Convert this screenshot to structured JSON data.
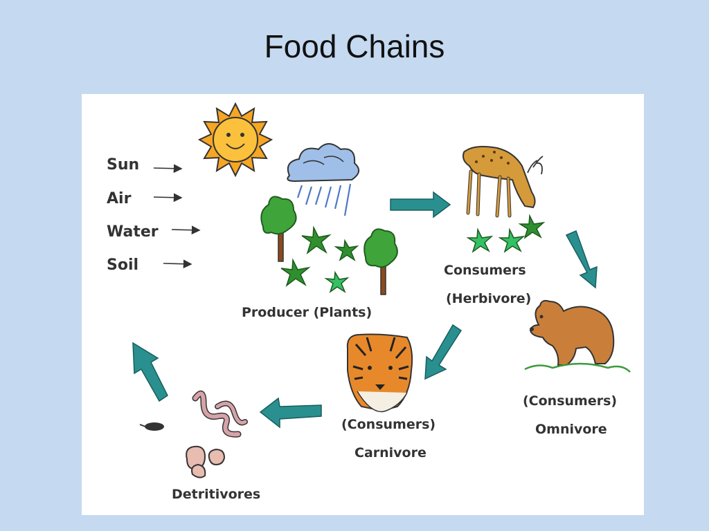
{
  "slide": {
    "title": "Food Chains"
  },
  "inputs": {
    "sun": "Sun",
    "air": "Air",
    "water": "Water",
    "soil": "Soil"
  },
  "nodes": {
    "producer": "Producer (Plants)",
    "herbivore_line1": "Consumers",
    "herbivore_line2": "(Herbivore)",
    "omnivore_line1": "(Consumers)",
    "omnivore_line2": "Omnivore",
    "carnivore_line1": "(Consumers)",
    "carnivore_line2": "Carnivore",
    "detritivores": "Detritivores"
  },
  "colors": {
    "background": "#c5d9f1",
    "panel": "#ffffff",
    "arrow": "#2a8f8f",
    "sun": "#f7b733"
  },
  "icons": [
    "sun-icon",
    "rain-cloud-icon",
    "tree-icon",
    "plant-icon",
    "deer-icon",
    "bear-icon",
    "tiger-icon",
    "worm-icon",
    "beetle-icon",
    "mushroom-icon"
  ]
}
